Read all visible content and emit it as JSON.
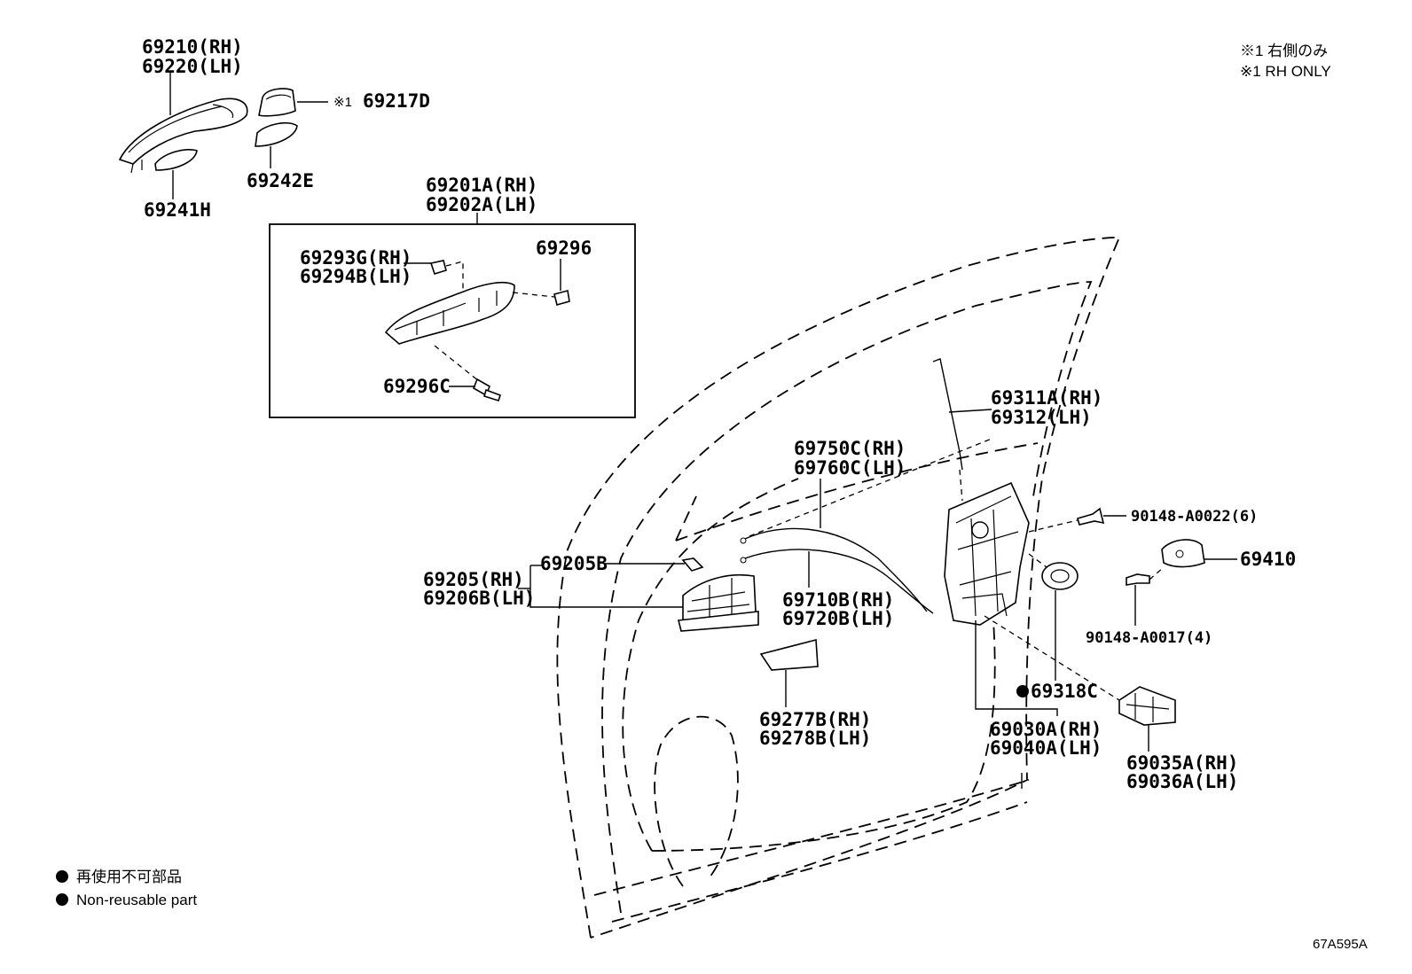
{
  "notes": {
    "rh_only_jp": "※1 右側のみ",
    "rh_only_en": "※1 RH ONLY",
    "legend_jp": "再使用不可部品",
    "legend_en": "Non-reusable part",
    "figure_code": "67A595A"
  },
  "labels": {
    "p69210": "69210(RH)",
    "p69220": "69220(LH)",
    "p69217d_mark": "※1",
    "p69217d": "69217D",
    "p69242e": "69242E",
    "p69241h": "69241H",
    "p69201a": "69201A(RH)",
    "p69202a": "69202A(LH)",
    "p69293g": "69293G(RH)",
    "p69294b": "69294B(LH)",
    "p69296": "69296",
    "p69296c": "69296C",
    "p69311a": "69311A(RH)",
    "p69312": "69312(LH)",
    "p69750c": "69750C(RH)",
    "p69760c": "69760C(LH)",
    "p90148_0022": "90148-A0022(6)",
    "p69410": "69410",
    "p69205b": "69205B",
    "p69205": "69205(RH)",
    "p69206b": "69206B(LH)",
    "p69710b": "69710B(RH)",
    "p69720b": "69720B(LH)",
    "p90148_0017": "90148-A0017(4)",
    "p69318c": "69318C",
    "p69277b": "69277B(RH)",
    "p69278b": "69278B(LH)",
    "p69030a": "69030A(RH)",
    "p69040a": "69040A(LH)",
    "p69035a": "69035A(RH)",
    "p69036a": "69036A(LH)"
  }
}
